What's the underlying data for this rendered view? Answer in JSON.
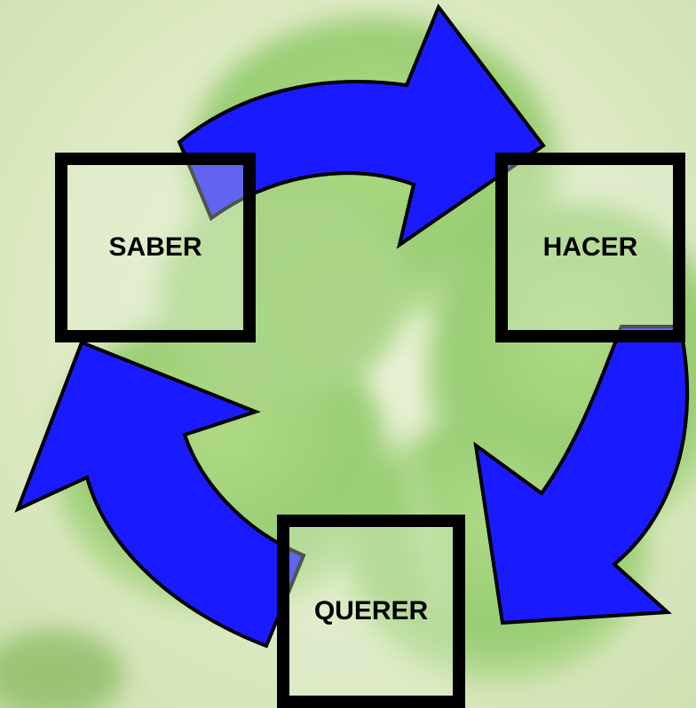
{
  "diagram": {
    "nodes": [
      {
        "id": "saber",
        "label": "SABER"
      },
      {
        "id": "hacer",
        "label": "HACER"
      },
      {
        "id": "querer",
        "label": "QUERER"
      }
    ],
    "edges": [
      {
        "from": "saber",
        "to": "hacer"
      },
      {
        "from": "hacer",
        "to": "querer"
      },
      {
        "from": "querer",
        "to": "saber"
      }
    ],
    "colors": {
      "arrow_fill": "#1a1aff",
      "box_border": "#000000",
      "background_light": "#e6f0d0",
      "leaf_green": "#7fc257"
    }
  }
}
